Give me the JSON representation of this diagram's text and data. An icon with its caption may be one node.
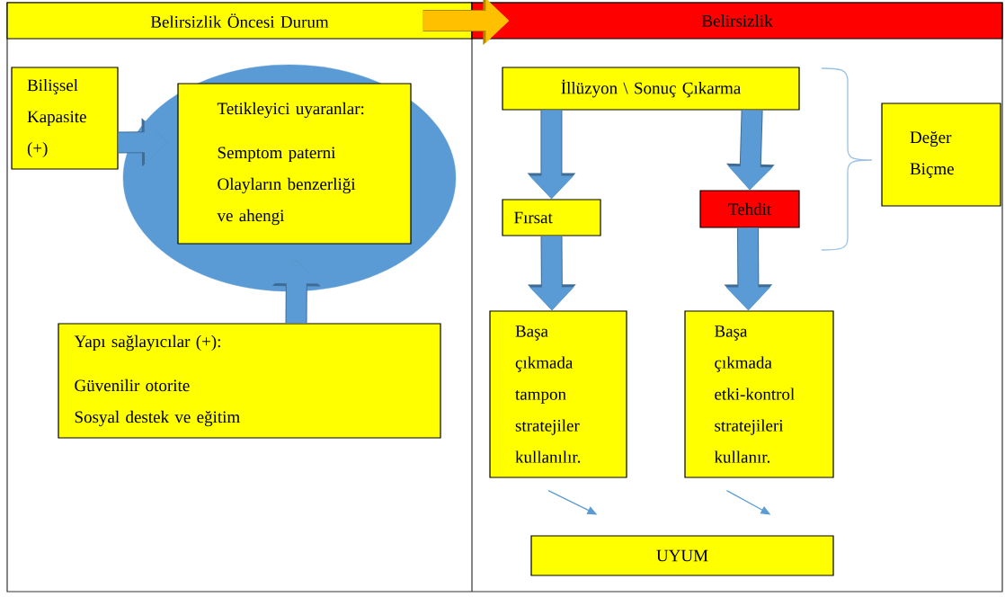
{
  "diagram": {
    "nodes": [
      {
        "text": [
          "Belirsizlik Öncesi Durum"
        ]
      },
      {
        "text": [
          "Belirsizlik"
        ]
      },
      {
        "text": [],
        "shape": "ellipse"
      },
      {
        "text": [
          "Bilişsel Kapasite (+)"
        ]
      },
      {
        "text": [
          "Tetikleyici uyaranlar:",
          "Semptom paterni",
          "Olayların benzerliği ve ahengi"
        ],
        "in": 2
      },
      {
        "text": [
          "Yapı sağlayıcılar (+):",
          "Güvenilir otorite",
          "Sosyal destek ve eğitim"
        ]
      },
      {
        "text": [
          "İllüzyon \\ Sonuç Çıkarma"
        ]
      },
      {
        "text": [
          "Fırsat"
        ]
      },
      {
        "text": [
          "Tehdit"
        ]
      },
      {
        "text": [
          "Değer Biçme"
        ]
      },
      {
        "text": [
          "Başa çıkmada tampon stratejiler kullanılır."
        ]
      },
      {
        "text": [
          "Başa çıkmada etki-kontrol stratejileri kullanır."
        ]
      },
      {
        "text": [
          "UYUM"
        ]
      }
    ],
    "edges": [
      {
        "from": 0,
        "to": 1,
        "arrow": "to",
        "color": "#ffc000"
      },
      {
        "from": 3,
        "to": 2,
        "arrow": "to"
      },
      {
        "from": 5,
        "to": 2,
        "arrow": "to"
      },
      {
        "from": 6,
        "to": 7,
        "arrow": "to"
      },
      {
        "from": 6,
        "to": 8,
        "arrow": "to"
      },
      {
        "from": 7,
        "to": 10,
        "arrow": "to"
      },
      {
        "from": 8,
        "to": 11,
        "arrow": "to"
      },
      {
        "from": 10,
        "to": 12,
        "arrow": "to"
      },
      {
        "from": 11,
        "to": 12,
        "arrow": "to"
      }
    ]
  }
}
